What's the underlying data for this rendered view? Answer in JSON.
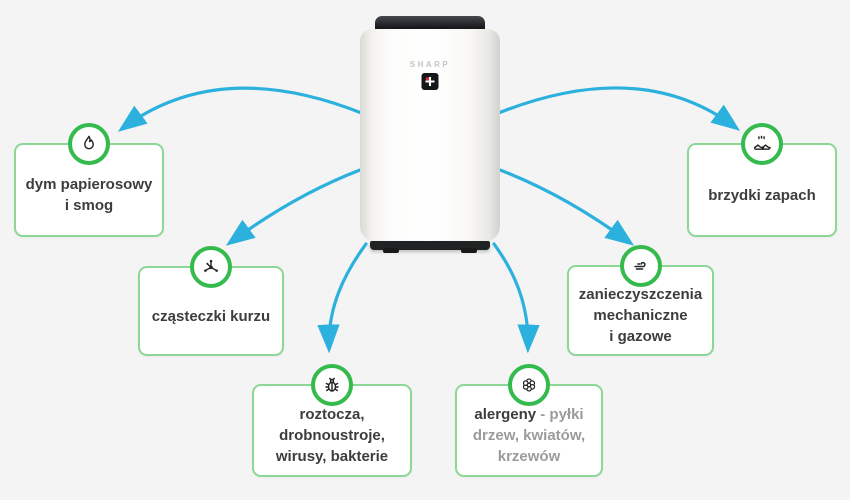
{
  "colors": {
    "bg": "#f4f4f4",
    "arrow": "#2cb1de",
    "ring-green": "#35ba4d",
    "border-green": "#8cd796",
    "text": "#3d3d3d",
    "muted": "#9b9b9b"
  },
  "device": {
    "brand": "SHARP"
  },
  "boxes": [
    {
      "id": "smog",
      "icon": "flame-icon",
      "lines": [
        "dym papierosowy",
        "i smog"
      ]
    },
    {
      "id": "dust",
      "icon": "particles-icon",
      "lines": [
        "cząsteczki kurzu"
      ]
    },
    {
      "id": "microbes",
      "icon": "mite-icon",
      "lines": [
        "roztocza,",
        "drobnoustroje,",
        "wirusy, bakterie"
      ]
    },
    {
      "id": "allergens",
      "icon": "flower-icon",
      "bold": "alergeny",
      "rest": "- pyłki drzew, kwiatów, krzewów"
    },
    {
      "id": "pollution",
      "icon": "gas-icon",
      "lines": [
        "zanieczyszczenia",
        "mechaniczne",
        "i gazowe"
      ]
    },
    {
      "id": "odor",
      "icon": "odor-icon",
      "lines": [
        "brzydki zapach"
      ]
    }
  ]
}
